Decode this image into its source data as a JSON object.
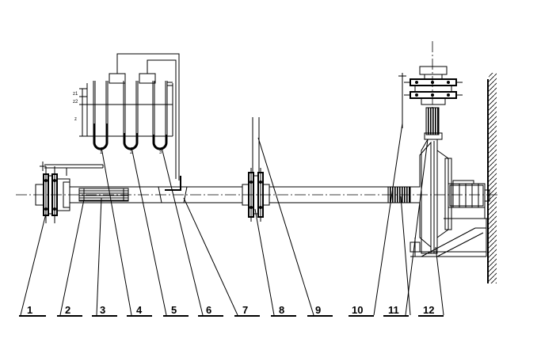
{
  "labels": [
    "1",
    "2",
    "3",
    "4",
    "5",
    "6",
    "7",
    "8",
    "9",
    "10",
    "11",
    "12"
  ],
  "dimension_marks": [
    "z1",
    "z2",
    "z"
  ],
  "manometer_marks": [
    "1",
    "2",
    "3"
  ]
}
